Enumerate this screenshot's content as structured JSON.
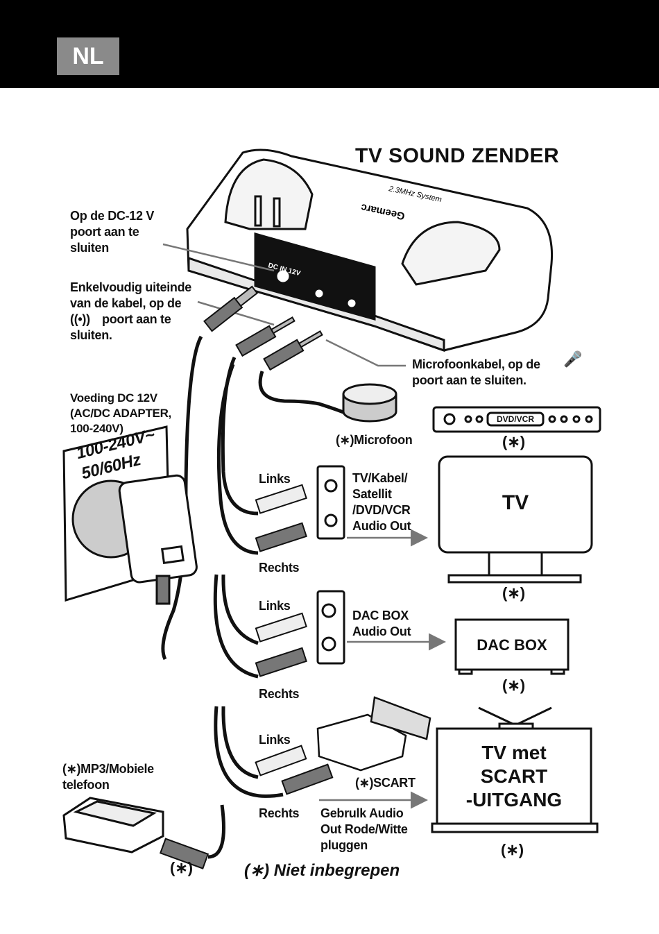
{
  "header": {
    "language_badge": "NL"
  },
  "title": "TV SOUND ZENDER",
  "transmitter": {
    "brand": "Geemarc",
    "system_label": "2.3MHz System",
    "dc_in_label": "DC IN 12V"
  },
  "labels": {
    "dc_port": "Op de DC-12 V\npoort aan te\nsluiten",
    "single_end": "Enkelvoudig uiteinde\nvan de kabel, op de",
    "single_end_2": "poort aan te\nsluiten.",
    "mic_cable": "Microfoonkabel, op de\npoort aan te sluiten.",
    "power_supply": "Voeding DC 12V\n(AC/DC ADAPTER,\n100-240V)",
    "wall_voltage": "100-240V~\n50/60Hz",
    "microphone": "(∗)Microfoon",
    "links_1": "Links",
    "rechts_1": "Rechts",
    "tv_audio_out": "TV/Kabel/\nSatellit\n/DVD/VCR\nAudio Out",
    "links_2": "Links",
    "rechts_2": "Rechts",
    "dac_audio_out": "DAC BOX\nAudio Out",
    "links_3": "Links",
    "rechts_3": "Rechts",
    "scart": "(∗)SCART",
    "scart_note": "Gebrulk Audio\nOut Rode/Witte\npluggen",
    "mp3": "(∗)MP3/Mobiele\ntelefoon",
    "not_included": "(∗) Niet inbegrepen"
  },
  "devices": {
    "dvd_label": "DVD/VCR",
    "tv_label": "TV",
    "dac_label": "DAC BOX",
    "scart_tv_label": "TV met\nSCART\n-UITGANG"
  },
  "asterisk": "(∗)"
}
